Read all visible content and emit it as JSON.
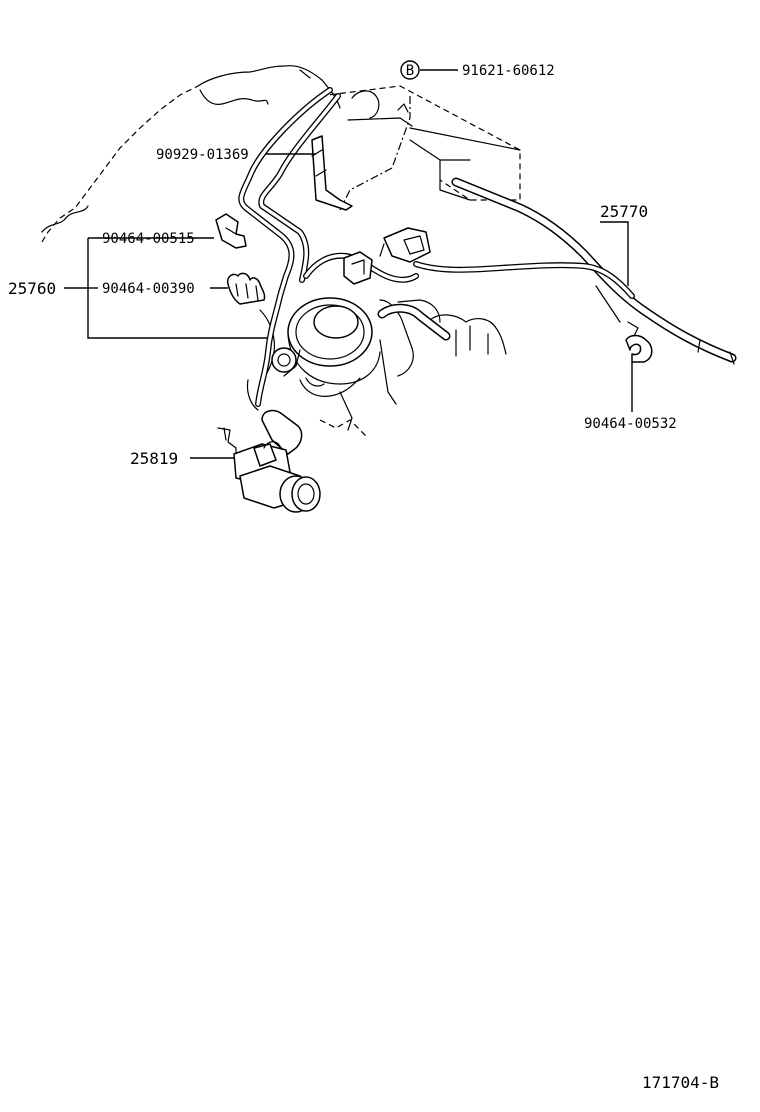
{
  "callouts": {
    "bolt": "91621-60612",
    "bolt_marker": "B",
    "clamp_top": "90929-01369",
    "clip_a": "90464-00515",
    "clip_b": "90464-00390",
    "group_hose": "25760",
    "hose_right": "25770",
    "clip_right": "90464-00532",
    "vsv": "25819"
  },
  "footer": {
    "diagram_code": "171704-B"
  }
}
